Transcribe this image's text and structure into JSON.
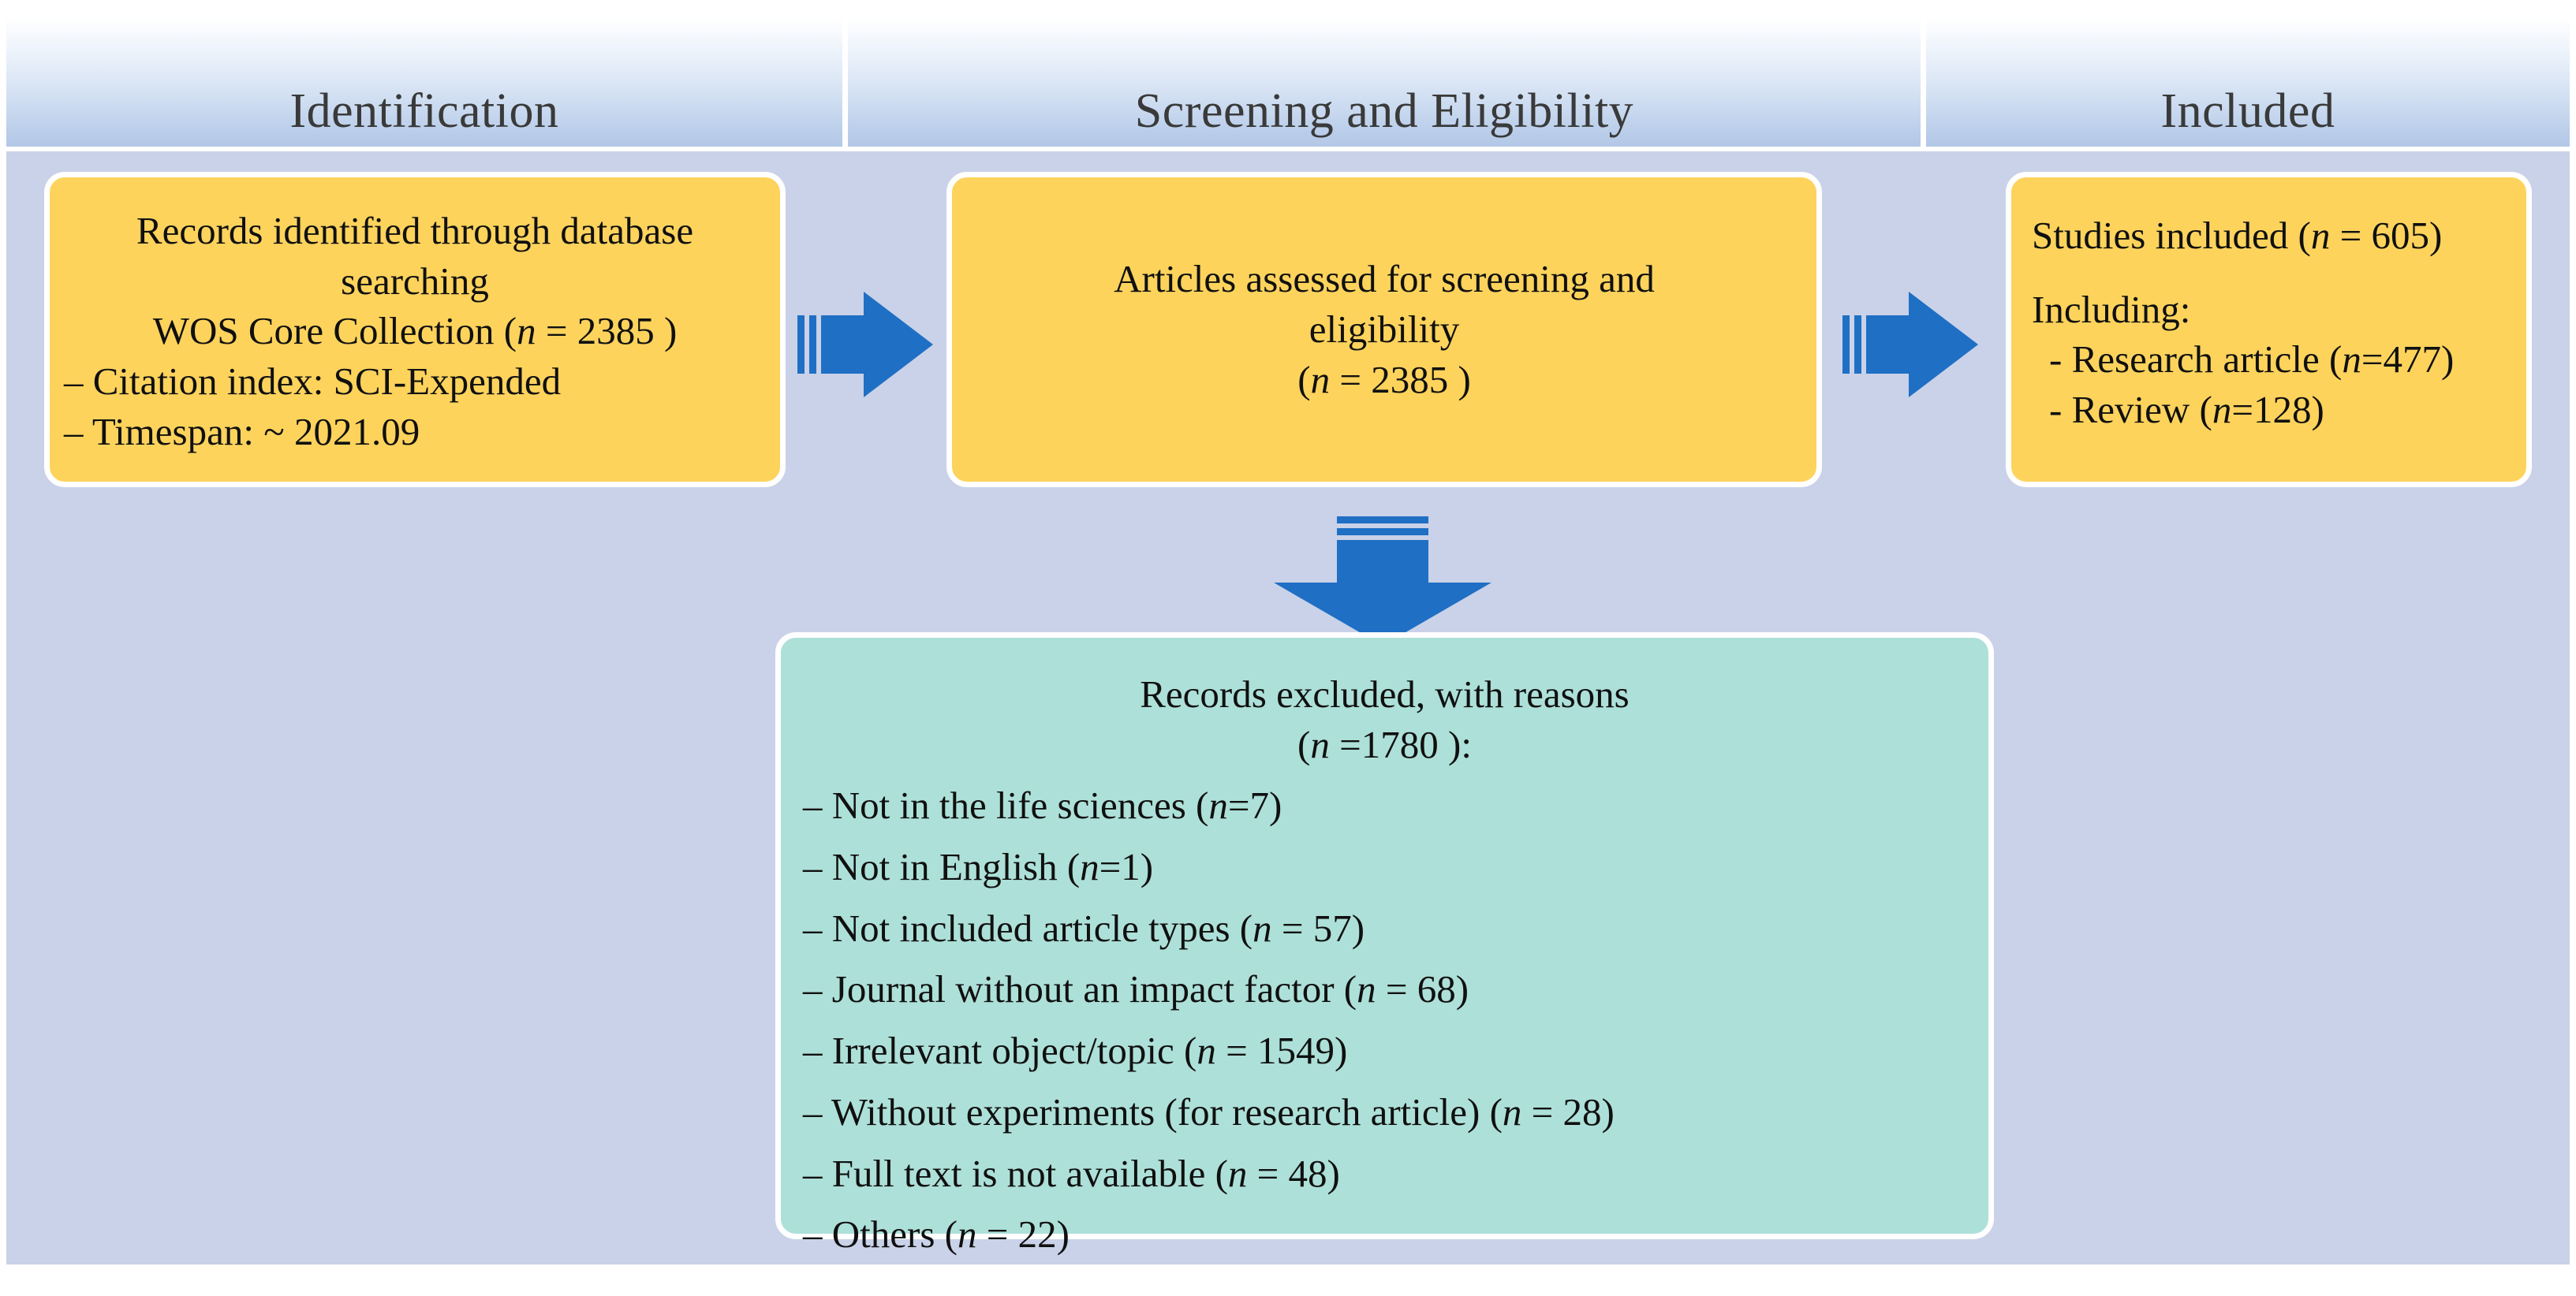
{
  "diagram": {
    "title": "PRISMA study selection flow diagram",
    "colors": {
      "header_band_end": "#b3c8e6",
      "body_background": "#c9d2e8",
      "box_yellow": "#fdd35c",
      "box_teal": "#ade0d8",
      "arrow_blue": "#1f6fc4",
      "box_border": "#ffffff"
    }
  },
  "header": {
    "columns": [
      {
        "label": "Identification"
      },
      {
        "label": "Screening and Eligibility"
      },
      {
        "label": "Included"
      }
    ]
  },
  "boxes": {
    "identification": {
      "lines": [
        "Records identified through database",
        "searching",
        "WOS Core Collection (n = 2385 )",
        "–  Citation index: SCI-Expended",
        "–  Timespan: ~ 2021.09"
      ]
    },
    "screening": {
      "lines": [
        "Articles assessed for screening and",
        "eligibility",
        "(n = 2385 )"
      ]
    },
    "included": {
      "lines": [
        "Studies included (n = 605)",
        "Including:",
        "-   Research article (n=477)",
        "-   Review  (n=128)"
      ]
    },
    "excluded": {
      "heading_line_1": "Records excluded, with reasons",
      "heading_line_2": "(n =1780 ):",
      "reasons": [
        "–  Not in the life sciences (n=7)",
        "–  Not in English (n=1)",
        "–  Not included article types (n = 57)",
        "–  Journal without an impact factor (n = 68)",
        "–  Irrelevant object/topic (n = 1549)",
        "–  Without experiments (for research article) (n = 28)",
        "–  Full text is not available  (n = 48)",
        "–  Others (n = 22)"
      ]
    }
  },
  "arrows": [
    {
      "name": "arrow-identification-to-screening",
      "direction": "right"
    },
    {
      "name": "arrow-screening-to-included",
      "direction": "right"
    },
    {
      "name": "arrow-screening-to-excluded",
      "direction": "down"
    }
  ]
}
